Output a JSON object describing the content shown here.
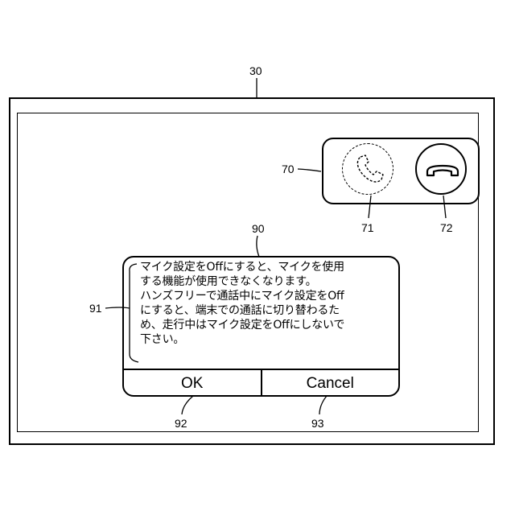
{
  "refs": {
    "device": "30",
    "call_panel": "70",
    "answer_button": "71",
    "hangup_button": "72",
    "dialog": "90",
    "message": "91",
    "ok_button": "92",
    "cancel_button": "93"
  },
  "call_panel": {
    "answer_icon": "phone-icon",
    "hangup_icon": "phone-hangup-icon"
  },
  "dialog": {
    "message_lines": [
      "マイク設定をOffにすると、マイクを使用",
      "する機能が使用できなくなります。",
      "ハンズフリーで通話中にマイク設定をOff",
      "にすると、端末での通話に切り替わるた",
      "め、走行中はマイク設定をOffにしないで",
      "下さい。"
    ],
    "ok_label": "OK",
    "cancel_label": "Cancel"
  }
}
